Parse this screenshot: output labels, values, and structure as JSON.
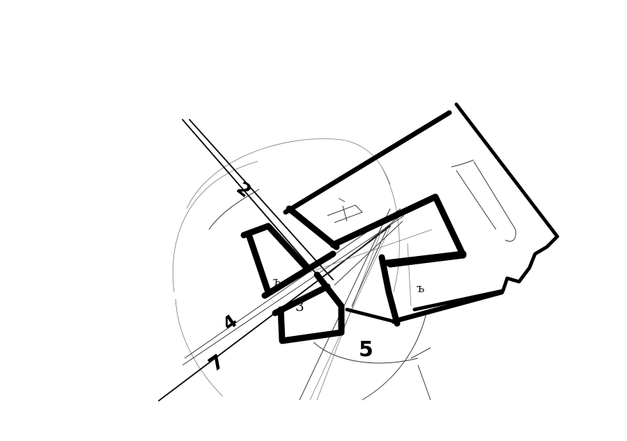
{
  "drawing": {
    "type": "architectural-sketch",
    "background": "#ffffff",
    "ink": "#000000",
    "labels": [
      {
        "id": "label-2",
        "text": "2"
      },
      {
        "id": "label-4",
        "text": "4"
      },
      {
        "id": "label-5",
        "text": "5"
      },
      {
        "id": "label-7",
        "text": "7"
      }
    ],
    "room_marks": [
      {
        "id": "mark-left",
        "text": "ъ"
      },
      {
        "id": "mark-lower-left",
        "text": "3"
      },
      {
        "id": "mark-right",
        "text": "ъ"
      }
    ]
  }
}
